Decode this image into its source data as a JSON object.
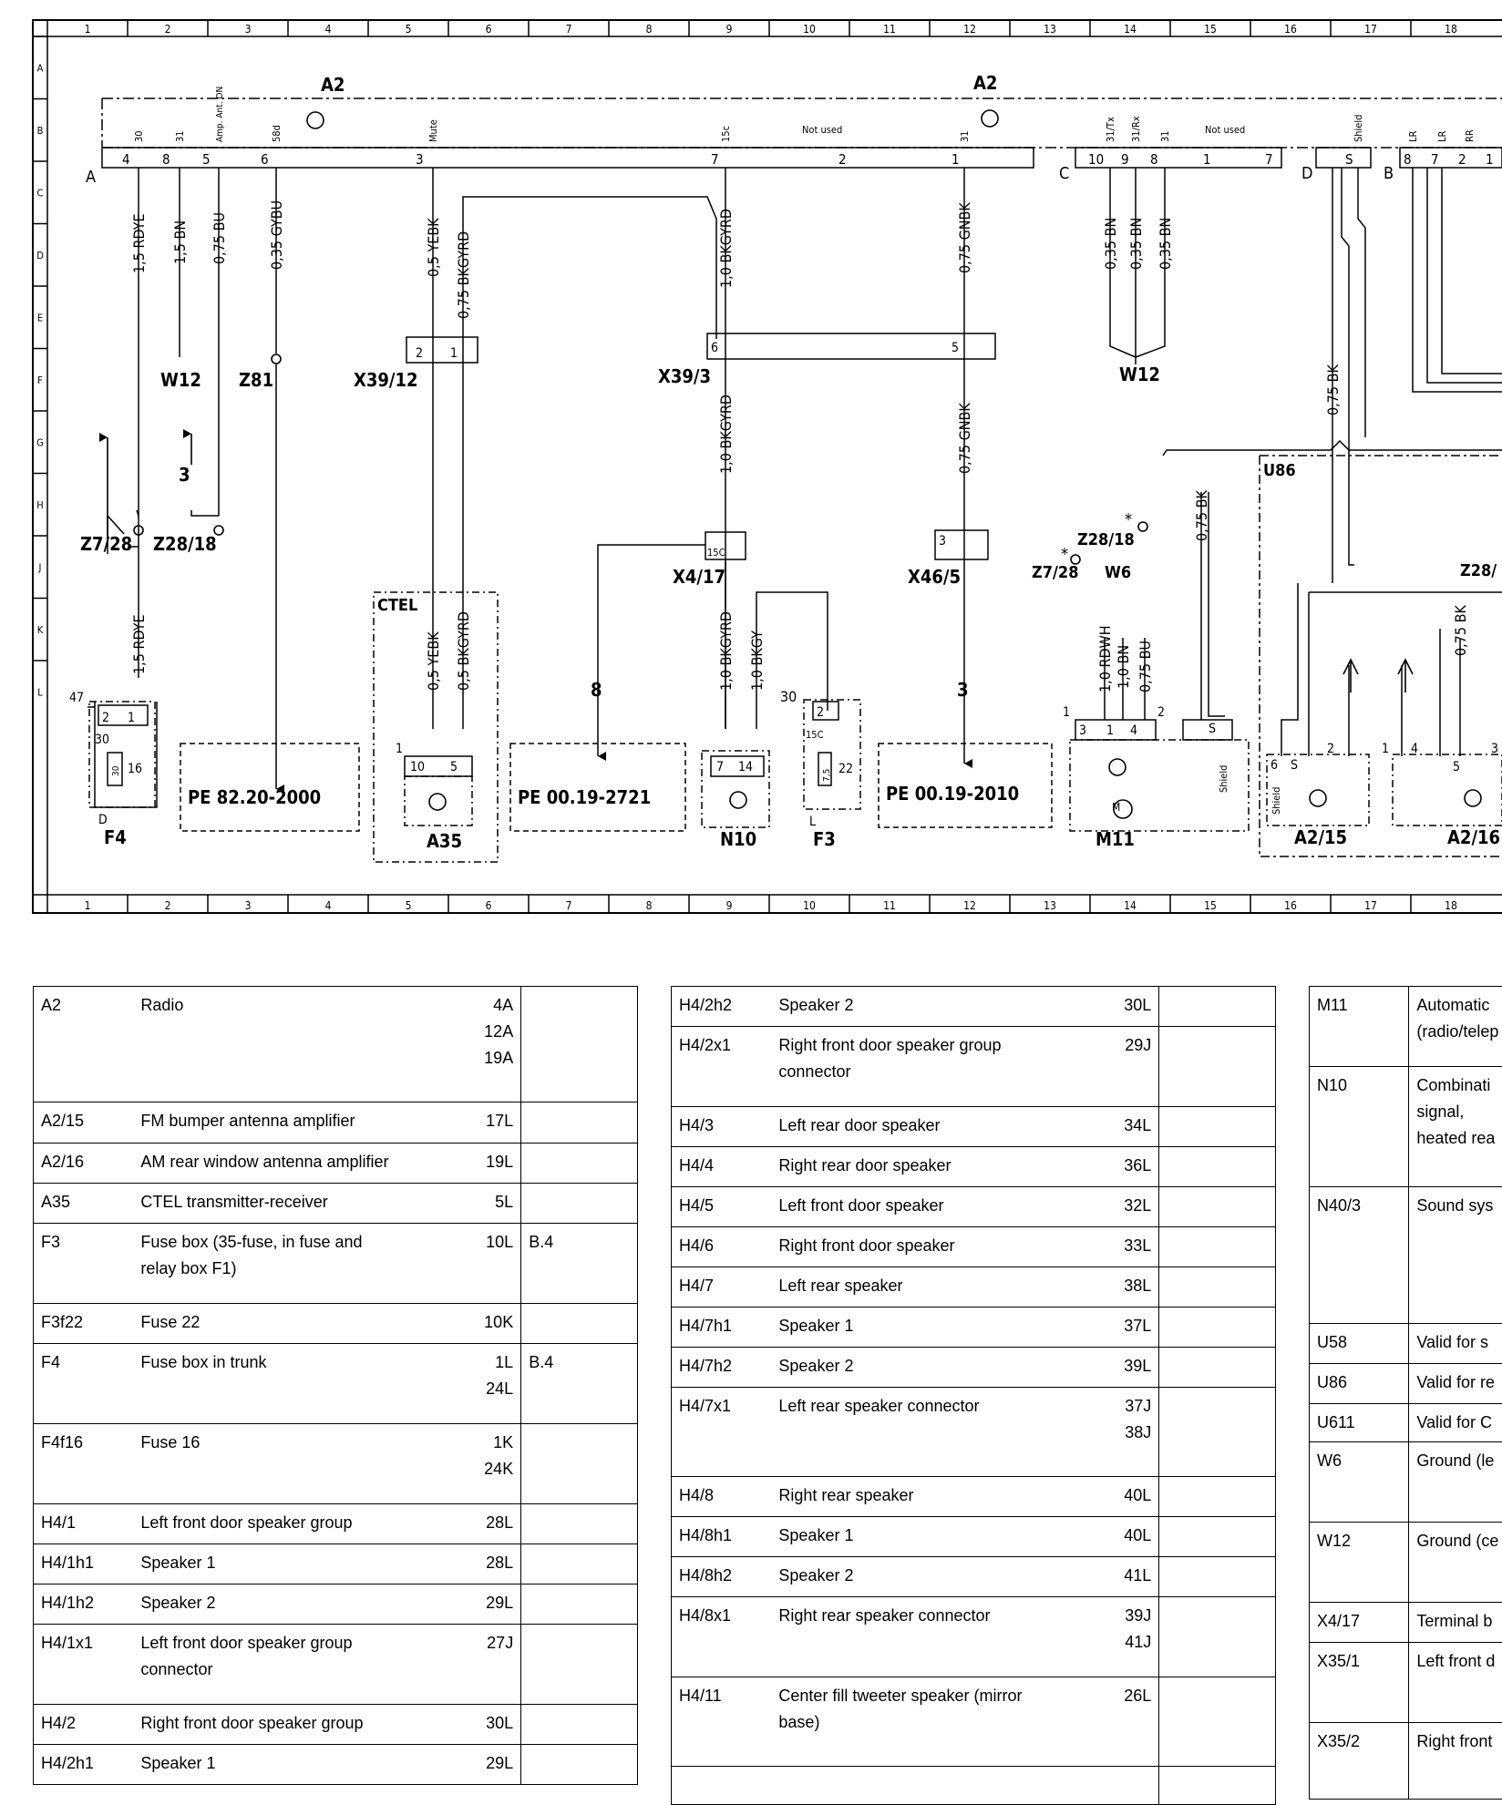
{
  "grid": {
    "columns": [
      "1",
      "2",
      "3",
      "4",
      "5",
      "6",
      "7",
      "8",
      "9",
      "10",
      "11",
      "12",
      "13",
      "14",
      "15",
      "16",
      "17",
      "18"
    ],
    "rows": [
      "A",
      "B",
      "C",
      "D",
      "E",
      "F",
      "G",
      "H",
      "J",
      "K",
      "L"
    ]
  },
  "labels": {
    "a2_left": "A2",
    "a2_mid": "A2",
    "plug_a": "A",
    "plug_c": "C",
    "plug_d": "D",
    "plug_b": "B",
    "pin_30": "30",
    "pin_31": "31",
    "pin_ampant": "Amp. Ant. ON",
    "pin_58d": "58d",
    "pin_mute": "Mute",
    "pin_15c": "15c",
    "pin_31b": "31",
    "pin_31tx": "31/Tx",
    "pin_31rx": "31/Rx",
    "pin_31c": "31",
    "pin_shield": "Shield",
    "pin_lr": "LR",
    "pin_lr2": "LR",
    "pin_rr": "RR",
    "n4": "4",
    "n8": "8",
    "n5": "5",
    "n6": "6",
    "n3": "3",
    "n7": "7",
    "n2": "2",
    "n1": "1",
    "n10c": "10",
    "n9c": "9",
    "n8c": "8",
    "n1c": "1",
    "n7c": "7",
    "ns": "S",
    "nb8": "8",
    "nb7": "7",
    "nb2": "2",
    "nb1": "1",
    "not_used_1": "Not used",
    "not_used_2": "Not used",
    "w_15rdye": "1,5 RDYE",
    "w_15bn": "1,5 BN",
    "w_075bu": "0,75 BU",
    "w_035gybu": "0,35 GYBU",
    "w_05yebk": "0,5 YEBK",
    "w_075bkgyrd": "0,75 BKGYRD",
    "w_10bkgyrd": "1,0 BKGYRD",
    "w_075gnbk": "0,75 GNBK",
    "w_035bn1": "0,35 BN",
    "w_035bn2": "0,35 BN",
    "w_035bn3": "0,35 BN",
    "w_10bkgyrd2": "1,0 BKGYRD",
    "w_075gnbk2": "0,75 GNBK",
    "w_075bk": "0,75 BK",
    "w_075bk2": "0,75 BK",
    "w_15rdye2": "1,5 RDYE",
    "w_05yebk2": "0,5 YEBK",
    "w_05bkgyrd2": "0,5 BKGYRD",
    "w_10bkgyrd3": "1,0 BKGYRD",
    "w_10bkgy": "1,0 BKGY",
    "w_10rdwh": "1,0 RDWH",
    "w_10bn": "1,0 BN",
    "w_075bu2": "0,75 BU",
    "w_075bk3": "0,75 BK",
    "w12_a": "W12",
    "z81": "Z81",
    "x39_12": "X39/12",
    "x39_3": "X39/3",
    "w12_b": "W12",
    "u86": "U86",
    "z7_28": "Z7/28",
    "z28_18": "Z28/18",
    "ctel": "CTEL",
    "x4_17": "X4/17",
    "x46_5": "X46/5",
    "z28_18b": "Z28/18",
    "z7_28b": "Z7/28",
    "w6": "W6",
    "z28_r": "Z28/",
    "f4": "F4",
    "a35": "A35",
    "n10": "N10",
    "f3": "F3",
    "m11": "M11",
    "a2_15": "A2/15",
    "a2_16": "A2/16",
    "ref1": "PE 82.20-2000",
    "ref2": "PE 00.19-2721",
    "ref3": "PE 00.19-2010",
    "arrow3": "3",
    "arrow8": "8",
    "arrow3b": "3",
    "f4_47": "47",
    "f4_2": "2",
    "f4_1": "1",
    "f4_30": "30",
    "f4_16": "16",
    "f4_d": "D",
    "f4_30f": "30",
    "x39_12_2": "2",
    "x39_12_1": "1",
    "x39_3_6": "6",
    "x39_3_5": "5",
    "x4_15c": "15C",
    "x46_3": "3",
    "a35_1": "1",
    "a35_10": "10",
    "a35_5": "5",
    "n10_7": "7",
    "n10_14": "14",
    "f3_30": "30",
    "f3_2": "2",
    "f3_15c": "15C",
    "f3_75": "7,5",
    "f3_22": "22",
    "f3_l": "L",
    "m11_1": "1",
    "m11_3": "3",
    "m11_1b": "1",
    "m11_4": "4",
    "m11_2": "2",
    "m11_s": "S",
    "m11_shield": "Shield",
    "m11_m": "M",
    "a215_6": "6",
    "a215_s": "S",
    "a215_2": "2",
    "a215_shield": "Shield",
    "a216_1": "1",
    "a216_4": "4",
    "a216_s": "5",
    "a216_3": "3",
    "star1": "*",
    "star2": "*"
  },
  "tables": [
    {
      "rows": [
        {
          "code": "A2",
          "desc": "Radio",
          "ref": "4A\n12A\n19A",
          "extra": "",
          "h": 127
        },
        {
          "code": "A2/15",
          "desc": "FM bumper antenna amplifier",
          "ref": "17L",
          "extra": "",
          "h": 45
        },
        {
          "code": "A2/16",
          "desc": "AM rear window antenna amplifier",
          "ref": "19L",
          "extra": "",
          "h": 44
        },
        {
          "code": "A35",
          "desc": "CTEL transmitter-receiver",
          "ref": "5L",
          "extra": "",
          "h": 44
        },
        {
          "code": "F3",
          "desc": "Fuse box (35-fuse, in fuse and\nrelay box F1)",
          "ref": "10L",
          "extra": "B.4",
          "h": 88
        },
        {
          "code": "F3f22",
          "desc": "Fuse 22",
          "ref": "10K",
          "extra": "",
          "h": 44
        },
        {
          "code": "F4",
          "desc": "Fuse box in trunk",
          "ref": "1L\n24L",
          "extra": "B.4",
          "h": 88
        },
        {
          "code": "F4f16",
          "desc": "Fuse 16",
          "ref": "1K\n24K",
          "extra": "",
          "h": 88
        },
        {
          "code": "H4/1",
          "desc": "Left front door speaker group",
          "ref": "28L",
          "extra": "",
          "h": 44
        },
        {
          "code": "H4/1h1",
          "desc": "Speaker 1",
          "ref": "28L",
          "extra": "",
          "h": 44
        },
        {
          "code": "H4/1h2",
          "desc": "Speaker 2",
          "ref": "29L",
          "extra": "",
          "h": 44
        },
        {
          "code": "H4/1x1",
          "desc": "Left front door speaker group\nconnector",
          "ref": "27J",
          "extra": "",
          "h": 88
        },
        {
          "code": "H4/2",
          "desc": "Right front door speaker group",
          "ref": "30L",
          "extra": "",
          "h": 44
        },
        {
          "code": "H4/2h1",
          "desc": "Speaker 1",
          "ref": "29L",
          "extra": "",
          "h": 44
        }
      ]
    },
    {
      "rows": [
        {
          "code": "H4/2h2",
          "desc": "Speaker 2",
          "ref": "30L",
          "extra": "",
          "h": 44
        },
        {
          "code": "H4/2x1",
          "desc": "Right front door speaker group\nconnector",
          "ref": "29J",
          "extra": "",
          "h": 88
        },
        {
          "code": "H4/3",
          "desc": "Left rear door speaker",
          "ref": "34L",
          "extra": "",
          "h": 44
        },
        {
          "code": "H4/4",
          "desc": "Right rear door speaker",
          "ref": "36L",
          "extra": "",
          "h": 44
        },
        {
          "code": "H4/5",
          "desc": "Left front door speaker",
          "ref": "32L",
          "extra": "",
          "h": 44
        },
        {
          "code": "H4/6",
          "desc": "Right front door speaker",
          "ref": "33L",
          "extra": "",
          "h": 44
        },
        {
          "code": "H4/7",
          "desc": "Left rear speaker",
          "ref": "38L",
          "extra": "",
          "h": 44
        },
        {
          "code": "H4/7h1",
          "desc": "Speaker 1",
          "ref": "37L",
          "extra": "",
          "h": 44
        },
        {
          "code": "H4/7h2",
          "desc": "Speaker 2",
          "ref": "39L",
          "extra": "",
          "h": 44
        },
        {
          "code": "H4/7x1",
          "desc": "Left rear speaker connector",
          "ref": "37J\n38J",
          "extra": "",
          "h": 98
        },
        {
          "code": "H4/8",
          "desc": "Right rear speaker",
          "ref": "40L",
          "extra": "",
          "h": 44
        },
        {
          "code": "H4/8h1",
          "desc": "Speaker 1",
          "ref": "40L",
          "extra": "",
          "h": 44
        },
        {
          "code": "H4/8h2",
          "desc": "Speaker 2",
          "ref": "41L",
          "extra": "",
          "h": 44
        },
        {
          "code": "H4/8x1",
          "desc": "Right rear speaker connector",
          "ref": "39J\n41J",
          "extra": "",
          "h": 88
        },
        {
          "code": "H4/11",
          "desc": "Center fill tweeter speaker (mirror\nbase)",
          "ref": "26L",
          "extra": "",
          "h": 98
        },
        {
          "code": "",
          "desc": "",
          "ref": "",
          "extra": "",
          "h": 42
        }
      ]
    },
    {
      "rows": [
        {
          "code": "M11",
          "desc": "Automatic\n(radio/telep",
          "ref": "",
          "extra": "",
          "h": 88
        },
        {
          "code": "N10",
          "desc": "Combinati\nsignal,\nheated rea",
          "ref": "",
          "extra": "",
          "h": 132
        },
        {
          "code": "N40/3",
          "desc": "Sound sys",
          "ref": "",
          "extra": "",
          "h": 150
        },
        {
          "code": "U58",
          "desc": "Valid for s",
          "ref": "",
          "extra": "",
          "h": 44
        },
        {
          "code": "U86",
          "desc": "Valid for re",
          "ref": "",
          "extra": "",
          "h": 44
        },
        {
          "code": "U611",
          "desc": "Valid for C",
          "ref": "",
          "extra": "",
          "h": 32
        },
        {
          "code": "W6",
          "desc": "Ground (le",
          "ref": "",
          "extra": "",
          "h": 88
        },
        {
          "code": "W12",
          "desc": "Ground (ce",
          "ref": "",
          "extra": "",
          "h": 88
        },
        {
          "code": "X4/17",
          "desc": "Terminal b",
          "ref": "",
          "extra": "",
          "h": 44
        },
        {
          "code": "X35/1",
          "desc": "Left front d",
          "ref": "",
          "extra": "",
          "h": 88
        },
        {
          "code": "X35/2",
          "desc": "Right front",
          "ref": "",
          "extra": "",
          "h": 84
        }
      ]
    }
  ]
}
